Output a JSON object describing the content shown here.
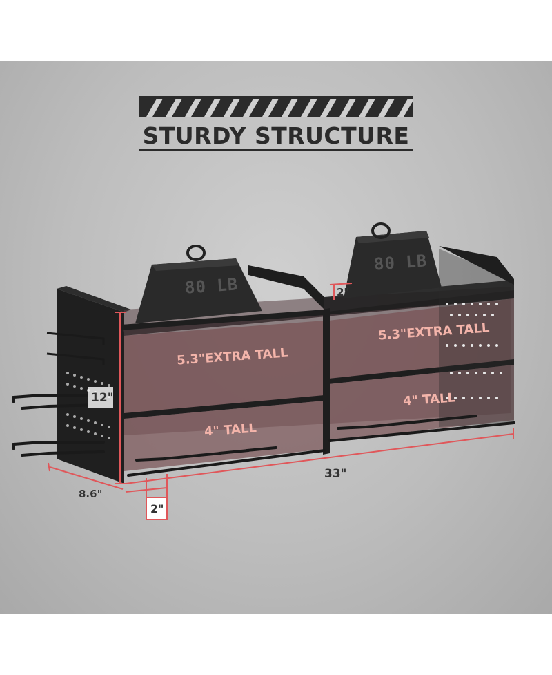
{
  "title": "STURDY STRUCTURE",
  "weights": [
    {
      "label": "80 LB"
    },
    {
      "label": "80 LB"
    }
  ],
  "shelves": {
    "left_top": "5.3\"EXTRA TALL",
    "right_top": "5.3\"EXTRA TALL",
    "left_bottom": "4\" TALL",
    "right_bottom": "4\" TALL"
  },
  "dimensions": {
    "height": "12\"",
    "depth": "8.6\"",
    "width": "33\"",
    "slot_gap": "2\"",
    "lip": "2\""
  },
  "colors": {
    "accent": "#e0575a",
    "panel": "#6b4a4c",
    "metal": "#1e1e1e",
    "wall": "#bdbdbd"
  }
}
